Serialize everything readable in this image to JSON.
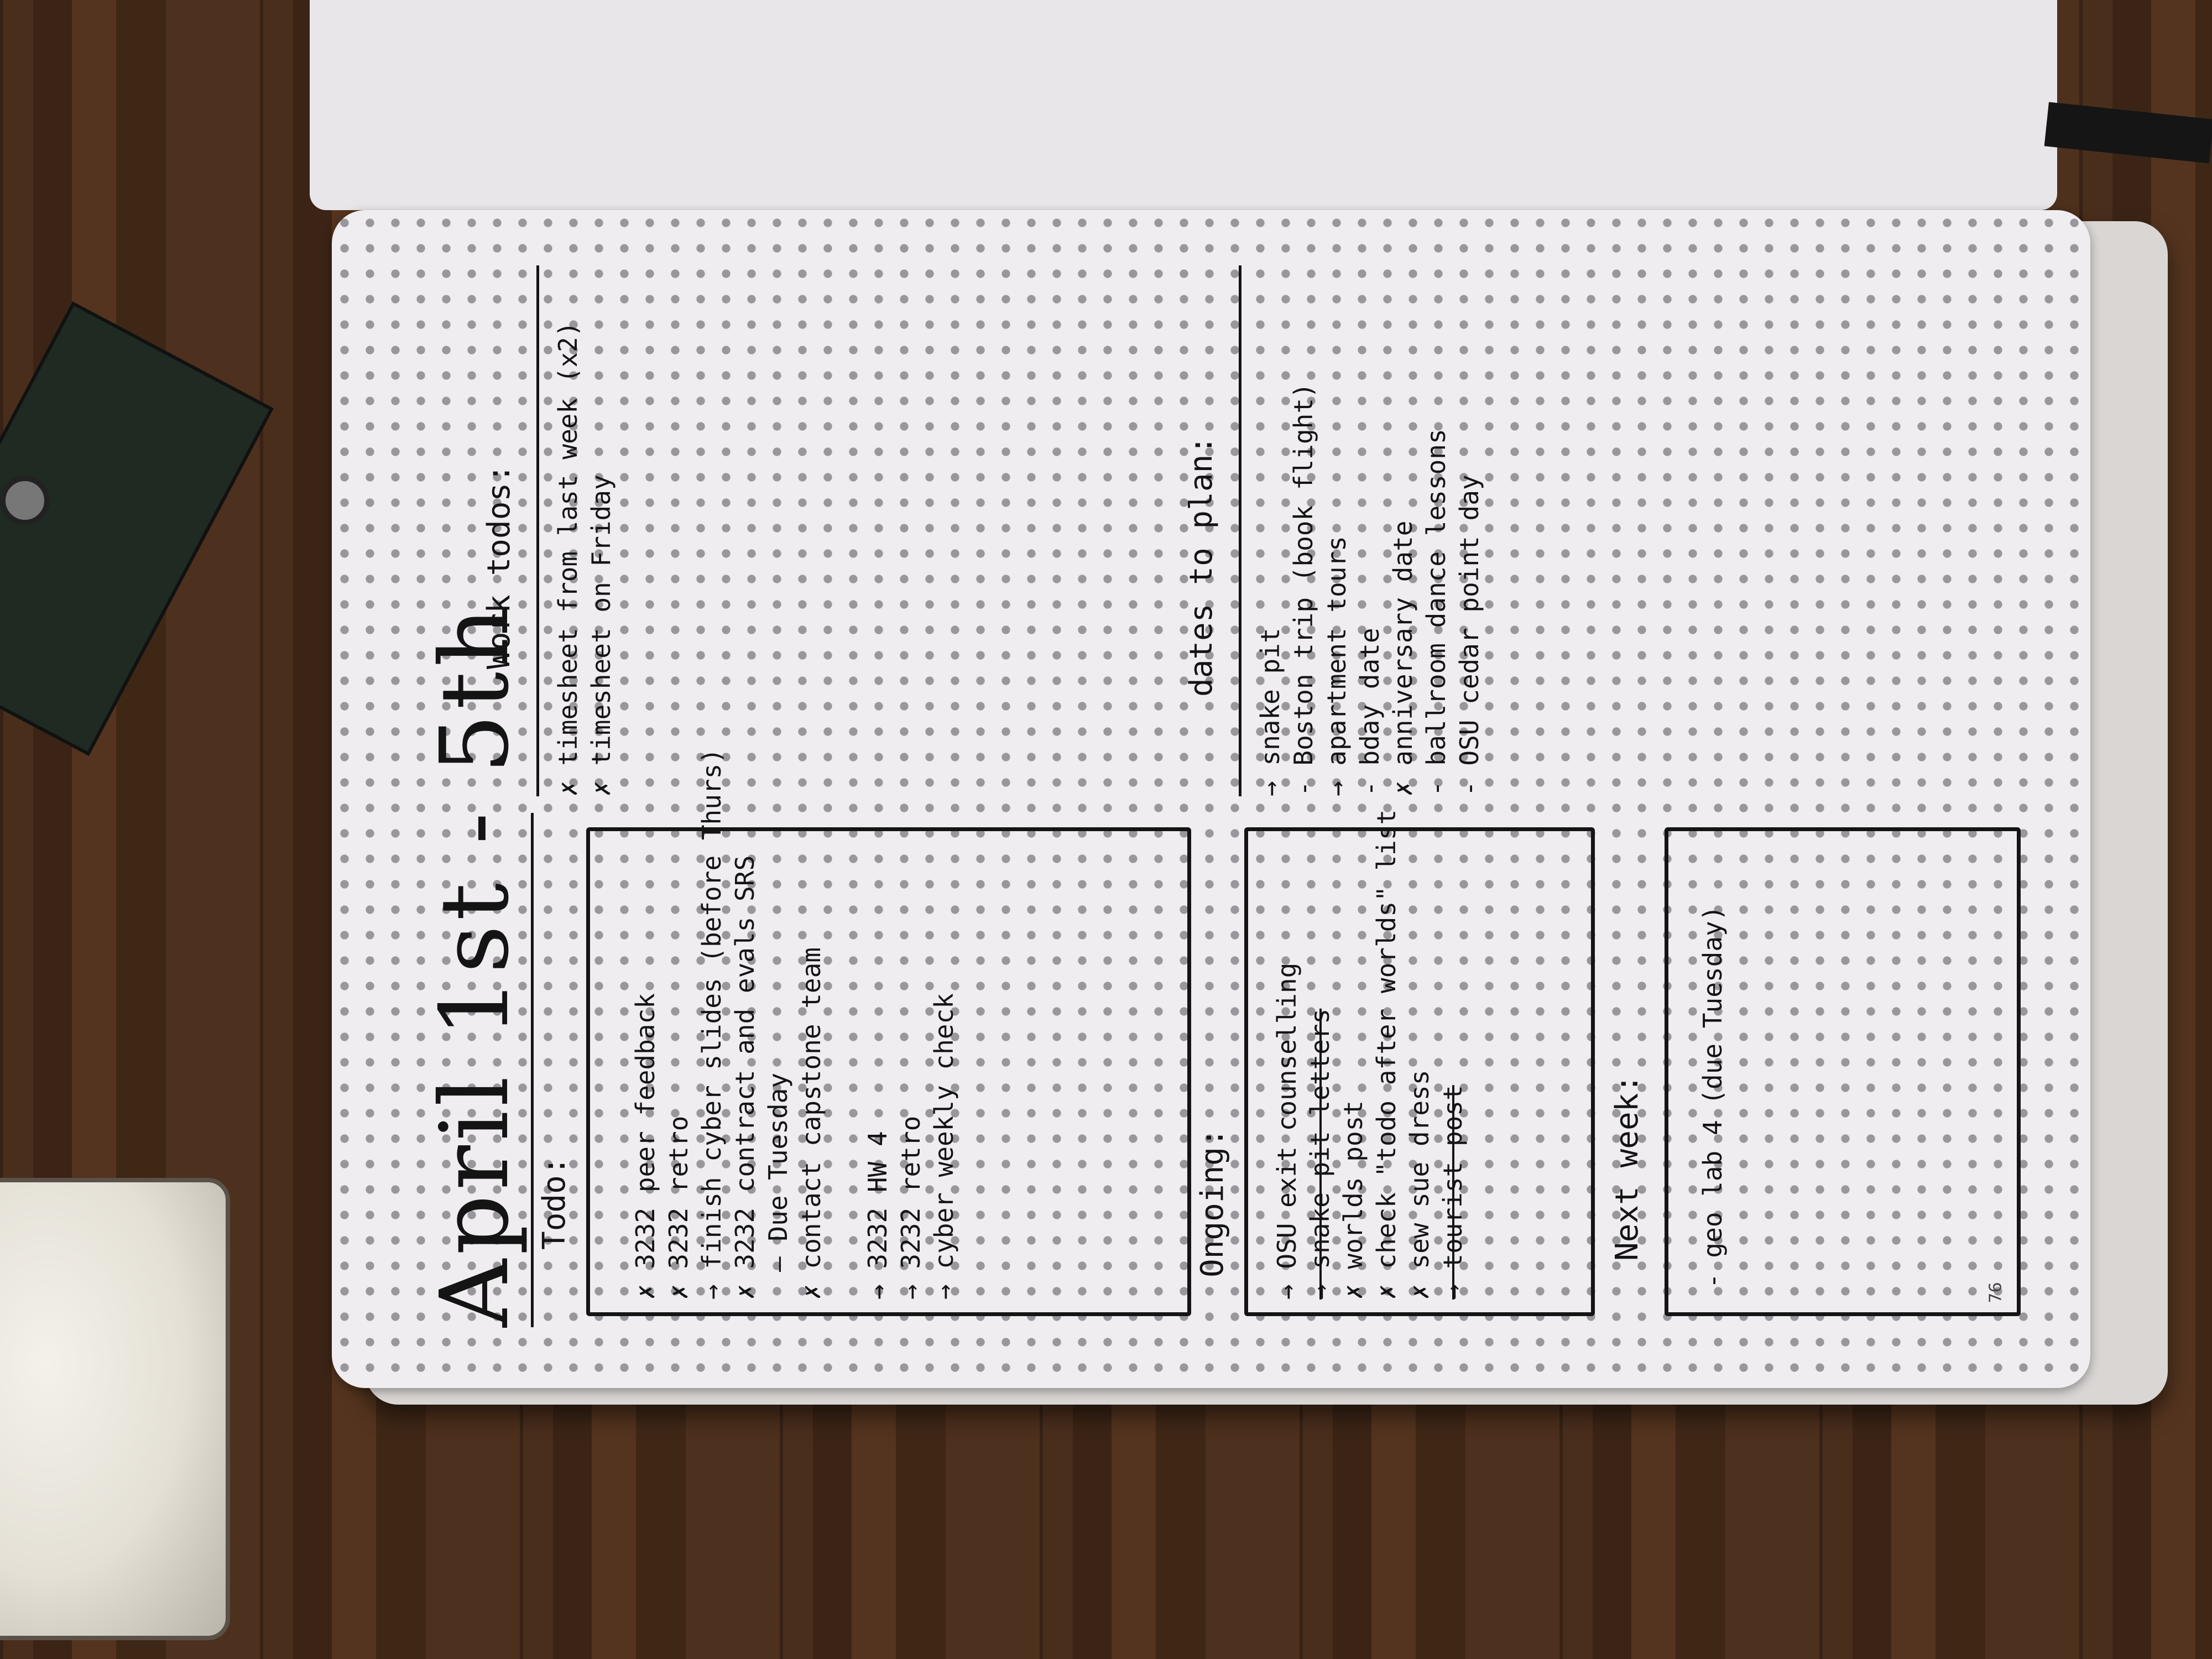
{
  "notebook": {
    "title": "April 1st - 5th",
    "page_number": "76",
    "todo": {
      "heading": "Todo:",
      "items": [
        "✗ 3232 peer feedback",
        "✗ 3232 retro",
        "→ finish cyber slides (before Thurs)",
        "✗ 3232 contract and evals SRS",
        "— Due Tuesday",
        "✗ contact capstone team",
        "→ 3232 HW 4",
        "→ 3232 retro",
        "→ cyber weekly check"
      ]
    },
    "ongoing": {
      "heading": "Ongoing:",
      "items": [
        "→ OSU exit counselling",
        "→ snake pit letters",
        "✗ worlds post",
        "✗ check \"todo after worlds\" list",
        "✗ sew sue dress",
        "→ tourist post"
      ]
    },
    "next_week": {
      "heading": "Next week:",
      "items": [
        "- geo lab 4 (due Tuesday)"
      ]
    },
    "work_todos": {
      "heading": "Work todos:",
      "items": [
        "✗ timesheet from last week (x2)",
        "✗ timesheet on Friday"
      ]
    },
    "dates_to_plan": {
      "heading": "dates to plan:",
      "items": [
        "→ snake pit",
        "- Boston trip (book flight)",
        "→ apartment tours",
        "- bday date",
        "✗ anniversary date",
        "- ballroom dance lessons",
        "- OSU cedar point day"
      ]
    }
  }
}
